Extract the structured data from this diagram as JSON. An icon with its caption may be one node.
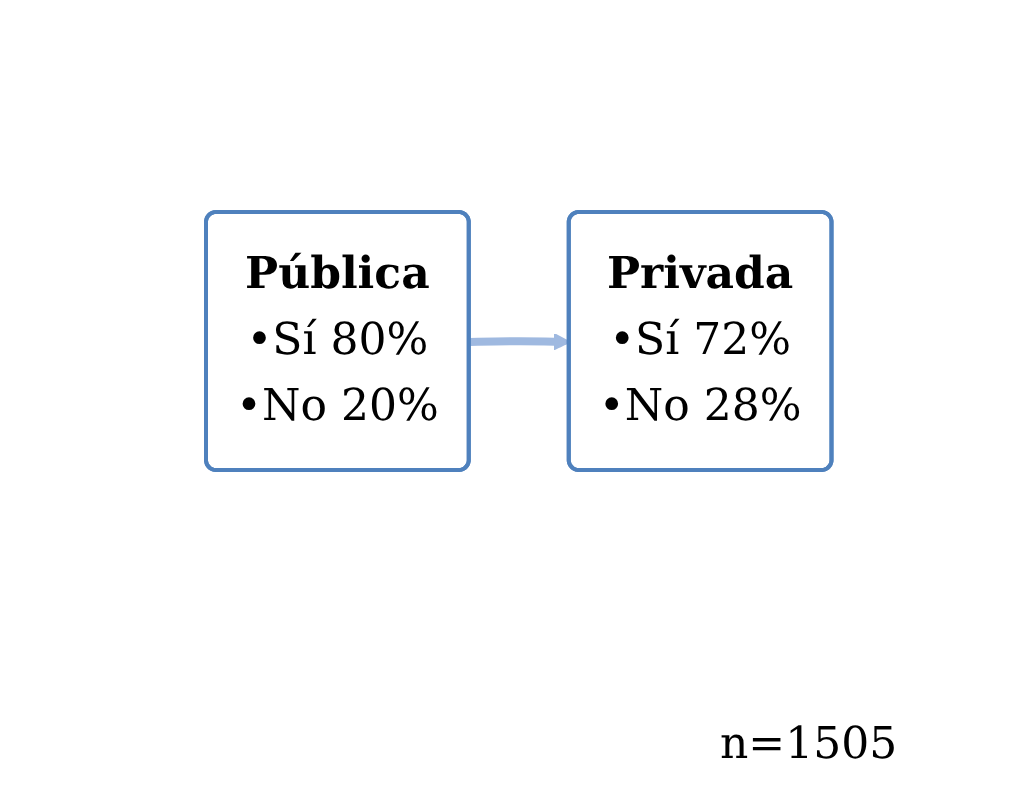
{
  "diagram": {
    "nodes": [
      {
        "text": [
          "Pública",
          "•Sí 80%",
          "•No 20%"
        ]
      },
      {
        "text": [
          "Privada",
          "•Sí 72%",
          "•No 28%"
        ]
      }
    ],
    "edges": [
      {
        "from": 0,
        "to": 1,
        "arrow": "to"
      }
    ],
    "labels": [
      "n=1505"
    ]
  }
}
